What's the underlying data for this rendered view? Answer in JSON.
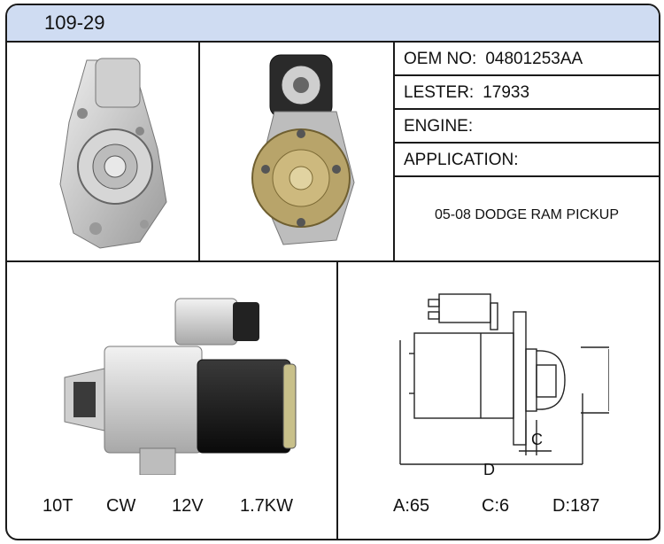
{
  "header": {
    "part_code": "109-29"
  },
  "specs": [
    {
      "key": "OEM NO:",
      "value": "04801253AA"
    },
    {
      "key": "LESTER:",
      "value": "17933"
    },
    {
      "key": "ENGINE:",
      "value": ""
    },
    {
      "key": "APPLICATION:",
      "value": ""
    }
  ],
  "application_text": "05-08 DODGE RAM PICKUP",
  "motor_specs": [
    "10T",
    "CW",
    "12V",
    "1.7KW"
  ],
  "dimensions": {
    "labels": {
      "a": "A",
      "c": "C",
      "d": "D"
    },
    "values": [
      "A:65",
      "C:6",
      "D:187"
    ]
  },
  "colors": {
    "header_bg": "#cfdcf2",
    "border": "#1a1a1a"
  }
}
